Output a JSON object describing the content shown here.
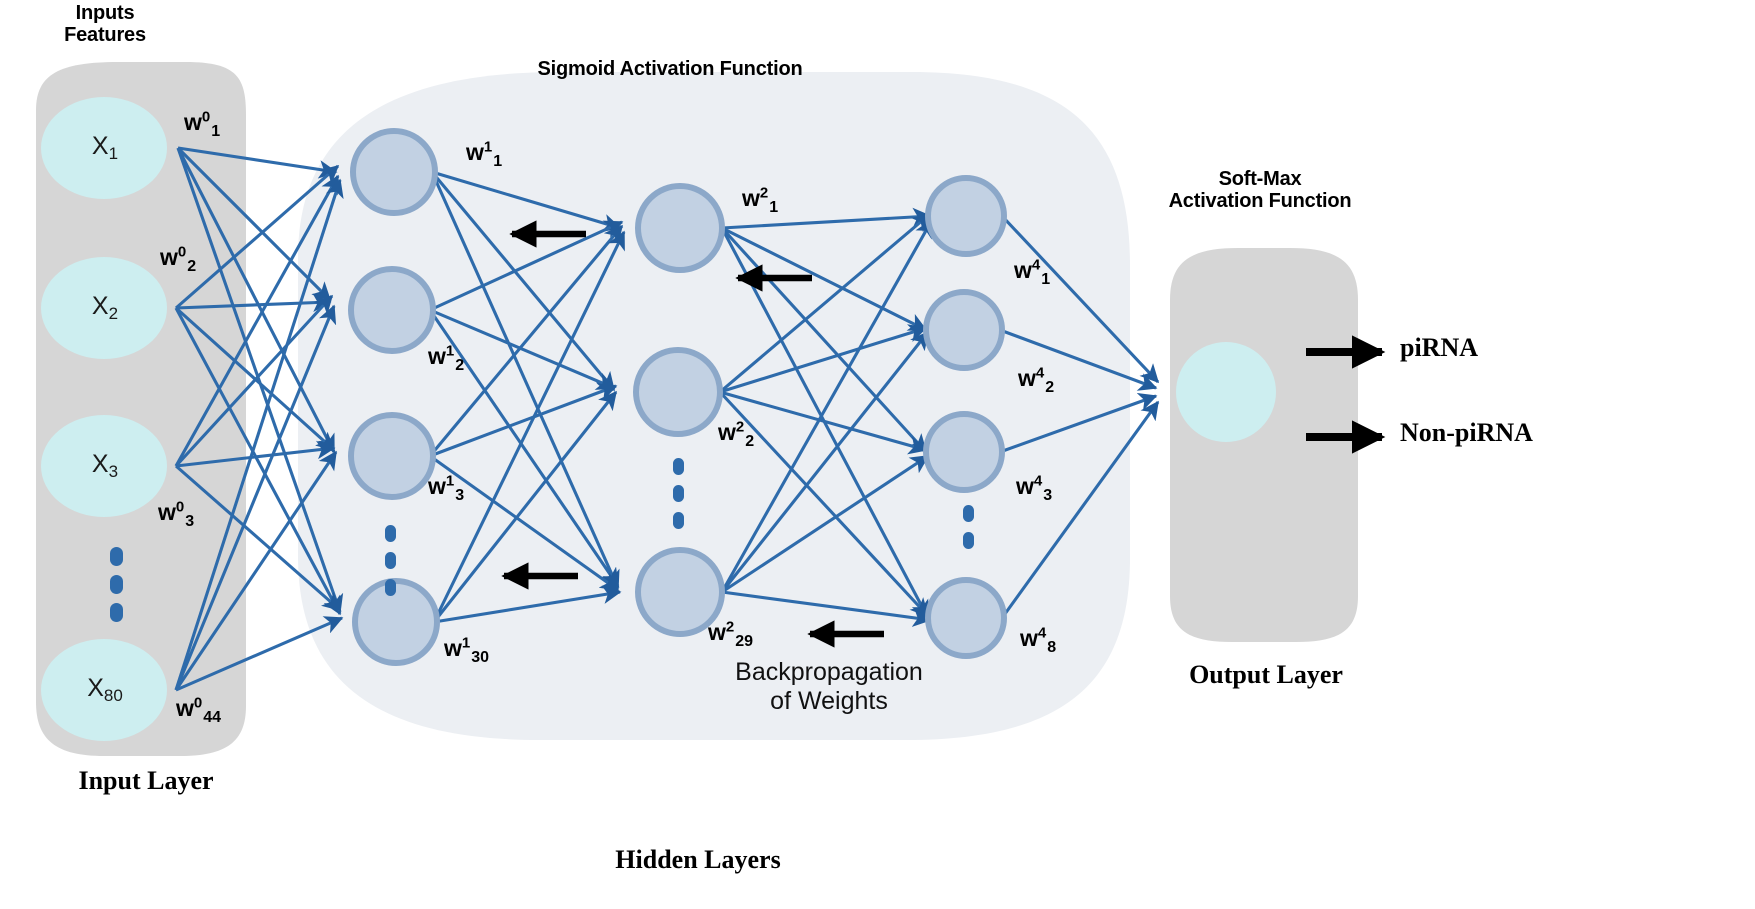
{
  "diagram": {
    "title_inputs": "Inputs\nFeatures",
    "headings": {
      "inputs_line1": "Inputs",
      "inputs_line2": "Features",
      "sigmoid": "Sigmoid Activation Function",
      "softmax_line1": "Soft-Max",
      "softmax_line2": "Activation Function"
    },
    "captions": {
      "input_layer": "Input Layer",
      "hidden_layers": "Hidden Layers",
      "output_layer": "Output Layer",
      "backprop_line1": "Backpropagation",
      "backprop_line2": "of Weights"
    },
    "input_nodes": [
      {
        "base": "X",
        "sub": "1"
      },
      {
        "base": "X",
        "sub": "2"
      },
      {
        "base": "X",
        "sub": "3"
      },
      {
        "base": "X",
        "sub": "80"
      }
    ],
    "outputs": [
      {
        "label": "piRNA"
      },
      {
        "label": "Non-piRNA"
      }
    ],
    "weights": {
      "w0_1": {
        "base": "w",
        "sup": "0",
        "sub": "1"
      },
      "w0_2": {
        "base": "w",
        "sup": "0",
        "sub": "2"
      },
      "w0_3": {
        "base": "w",
        "sup": "0",
        "sub": "3"
      },
      "w0_44": {
        "base": "w",
        "sup": "0",
        "sub": "44"
      },
      "w1_1": {
        "base": "w",
        "sup": "1",
        "sub": "1"
      },
      "w1_2": {
        "base": "w",
        "sup": "1",
        "sub": "2"
      },
      "w1_3": {
        "base": "w",
        "sup": "1",
        "sub": "3"
      },
      "w1_30": {
        "base": "w",
        "sup": "1",
        "sub": "30"
      },
      "w2_1": {
        "base": "w",
        "sup": "2",
        "sub": "1"
      },
      "w2_2": {
        "base": "w",
        "sup": "2",
        "sub": "2"
      },
      "w2_29": {
        "base": "w",
        "sup": "2",
        "sub": "29"
      },
      "w4_1": {
        "base": "w",
        "sup": "4",
        "sub": "1"
      },
      "w4_2": {
        "base": "w",
        "sup": "4",
        "sub": "2"
      },
      "w4_3": {
        "base": "w",
        "sup": "4",
        "sub": "3"
      },
      "w4_8": {
        "base": "w",
        "sup": "4",
        "sub": "8"
      }
    },
    "colors": {
      "edge_blue": "#2e6bab",
      "arrow_blue": "#225c9c",
      "neuron_fill": "#c2d1e3",
      "neuron_stroke": "#8ca8c9",
      "input_fill": "#cdeef0",
      "group_gray": "#d6d6d6",
      "group_light": "#eceff3",
      "text_black": "#000000"
    },
    "counts": {
      "input_nodes_shown": 4,
      "hidden_layer1_nodes_shown": 4,
      "hidden_layer2_nodes_shown": 3,
      "hidden_layer3_nodes_shown": 4,
      "output_nodes_shown": 1
    }
  }
}
